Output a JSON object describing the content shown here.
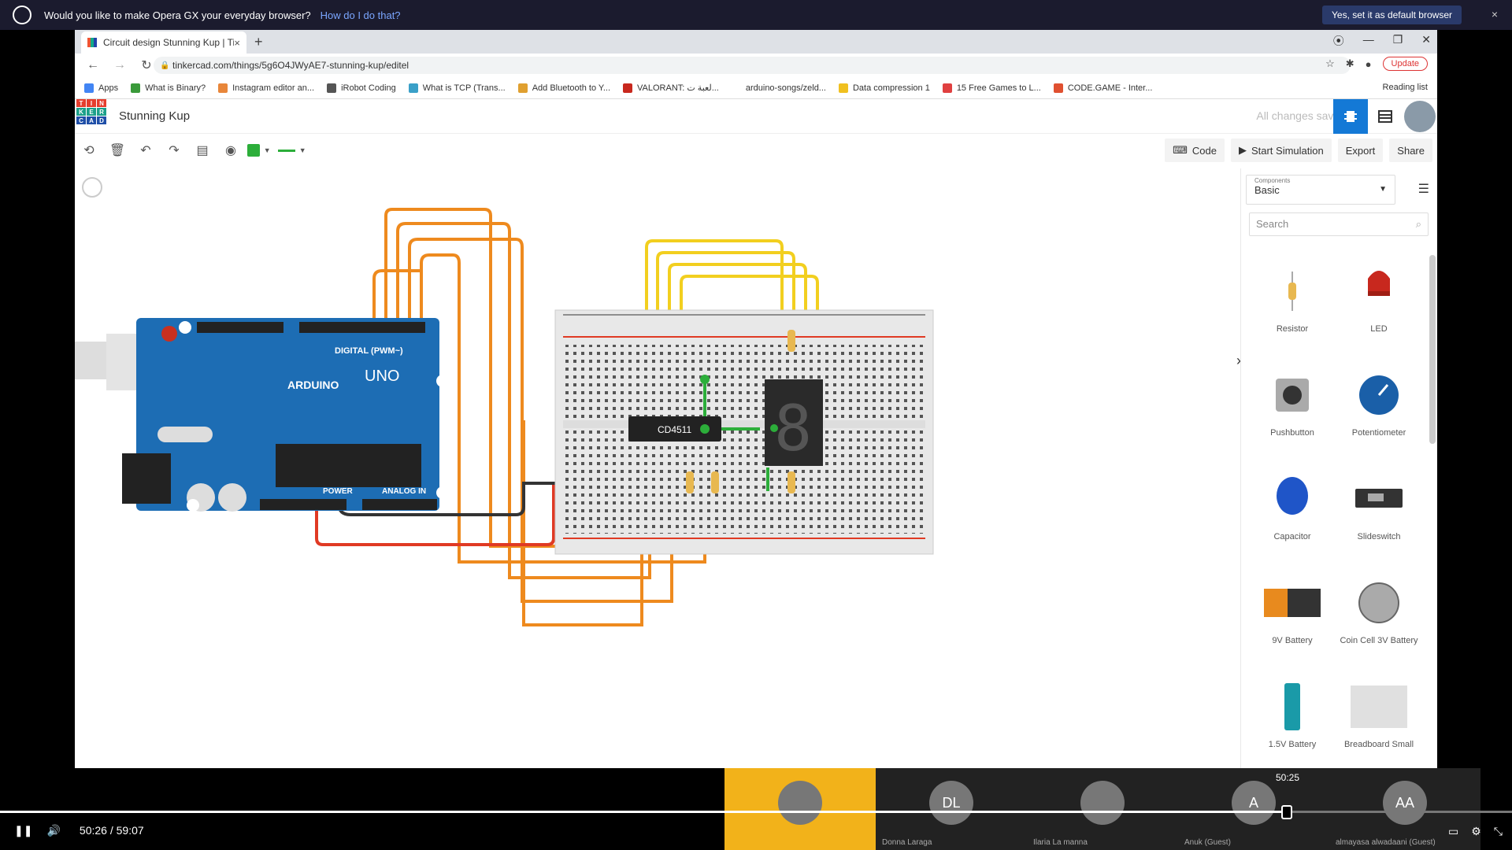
{
  "opera": {
    "question": "Would you like to make Opera GX your everyday browser?",
    "link": "How do I do that?",
    "button": "Yes, set it as default browser",
    "close": "×"
  },
  "browser": {
    "tab_title": "Circuit design Stunning Kup | Tin",
    "tab_close": "×",
    "new_tab": "+",
    "url": "tinkercad.com/things/5g6O4JWyAE7-stunning-kup/editel",
    "update": "Update",
    "bookmarks": [
      {
        "label": "Apps",
        "color": "#4285f4"
      },
      {
        "label": "What is Binary?",
        "color": "#3a9a3a"
      },
      {
        "label": "Instagram editor an...",
        "color": "#e8863a"
      },
      {
        "label": "iRobot Coding",
        "color": "#555555"
      },
      {
        "label": "What is TCP (Trans...",
        "color": "#3aa0c8"
      },
      {
        "label": "Add Bluetooth to Y...",
        "color": "#e0a030"
      },
      {
        "label": "VALORANT: لعبة ت...",
        "color": "#c8281e"
      },
      {
        "label": "arduino-songs/zeld...",
        "color": "#ffffff"
      },
      {
        "label": "Data compression 1",
        "color": "#f0c020"
      },
      {
        "label": "15 Free Games to L...",
        "color": "#e04040"
      },
      {
        "label": "CODE.GAME - Inter...",
        "color": "#e05030"
      }
    ],
    "reading_list": "Reading list"
  },
  "tinkercad": {
    "logo": [
      "T",
      "I",
      "N",
      "K",
      "E",
      "R",
      "C",
      "A",
      "D"
    ],
    "design_title": "Stunning Kup",
    "saved": "All changes saved",
    "actions": {
      "code": "Code",
      "simulate": "Start Simulation",
      "export": "Export",
      "share": "Share"
    },
    "panel": {
      "components_label": "Components",
      "components_value": "Basic",
      "search_placeholder": "Search",
      "items": [
        {
          "name": "Resistor"
        },
        {
          "name": "LED"
        },
        {
          "name": "Pushbutton"
        },
        {
          "name": "Potentiometer"
        },
        {
          "name": "Capacitor"
        },
        {
          "name": "Slideswitch"
        },
        {
          "name": "9V Battery"
        },
        {
          "name": "Coin Cell 3V Battery"
        },
        {
          "name": "1.5V Battery"
        },
        {
          "name": "Breadboard Small"
        }
      ]
    },
    "circuit": {
      "ic_label": "CD4511",
      "arduino_brand": "ARDUINO",
      "arduino_model": "UNO",
      "digital_label": "DIGITAL (PWM~)",
      "power_label": "POWER",
      "analog_label": "ANALOG IN",
      "seg_digit": "8"
    }
  },
  "video": {
    "current": "50:26",
    "separator": "/",
    "total": "59:07",
    "hover_time": "50:25",
    "progress_fraction": 0.851,
    "participants": [
      {
        "initials": "",
        "name": ""
      },
      {
        "initials": "DL",
        "name": "Donna Laraga"
      },
      {
        "initials": "",
        "name": "Ilaria  La manna"
      },
      {
        "initials": "A",
        "name": "Anuk (Guest)"
      },
      {
        "initials": "AA",
        "name": "almayasa alwadaani (Guest)"
      }
    ]
  }
}
